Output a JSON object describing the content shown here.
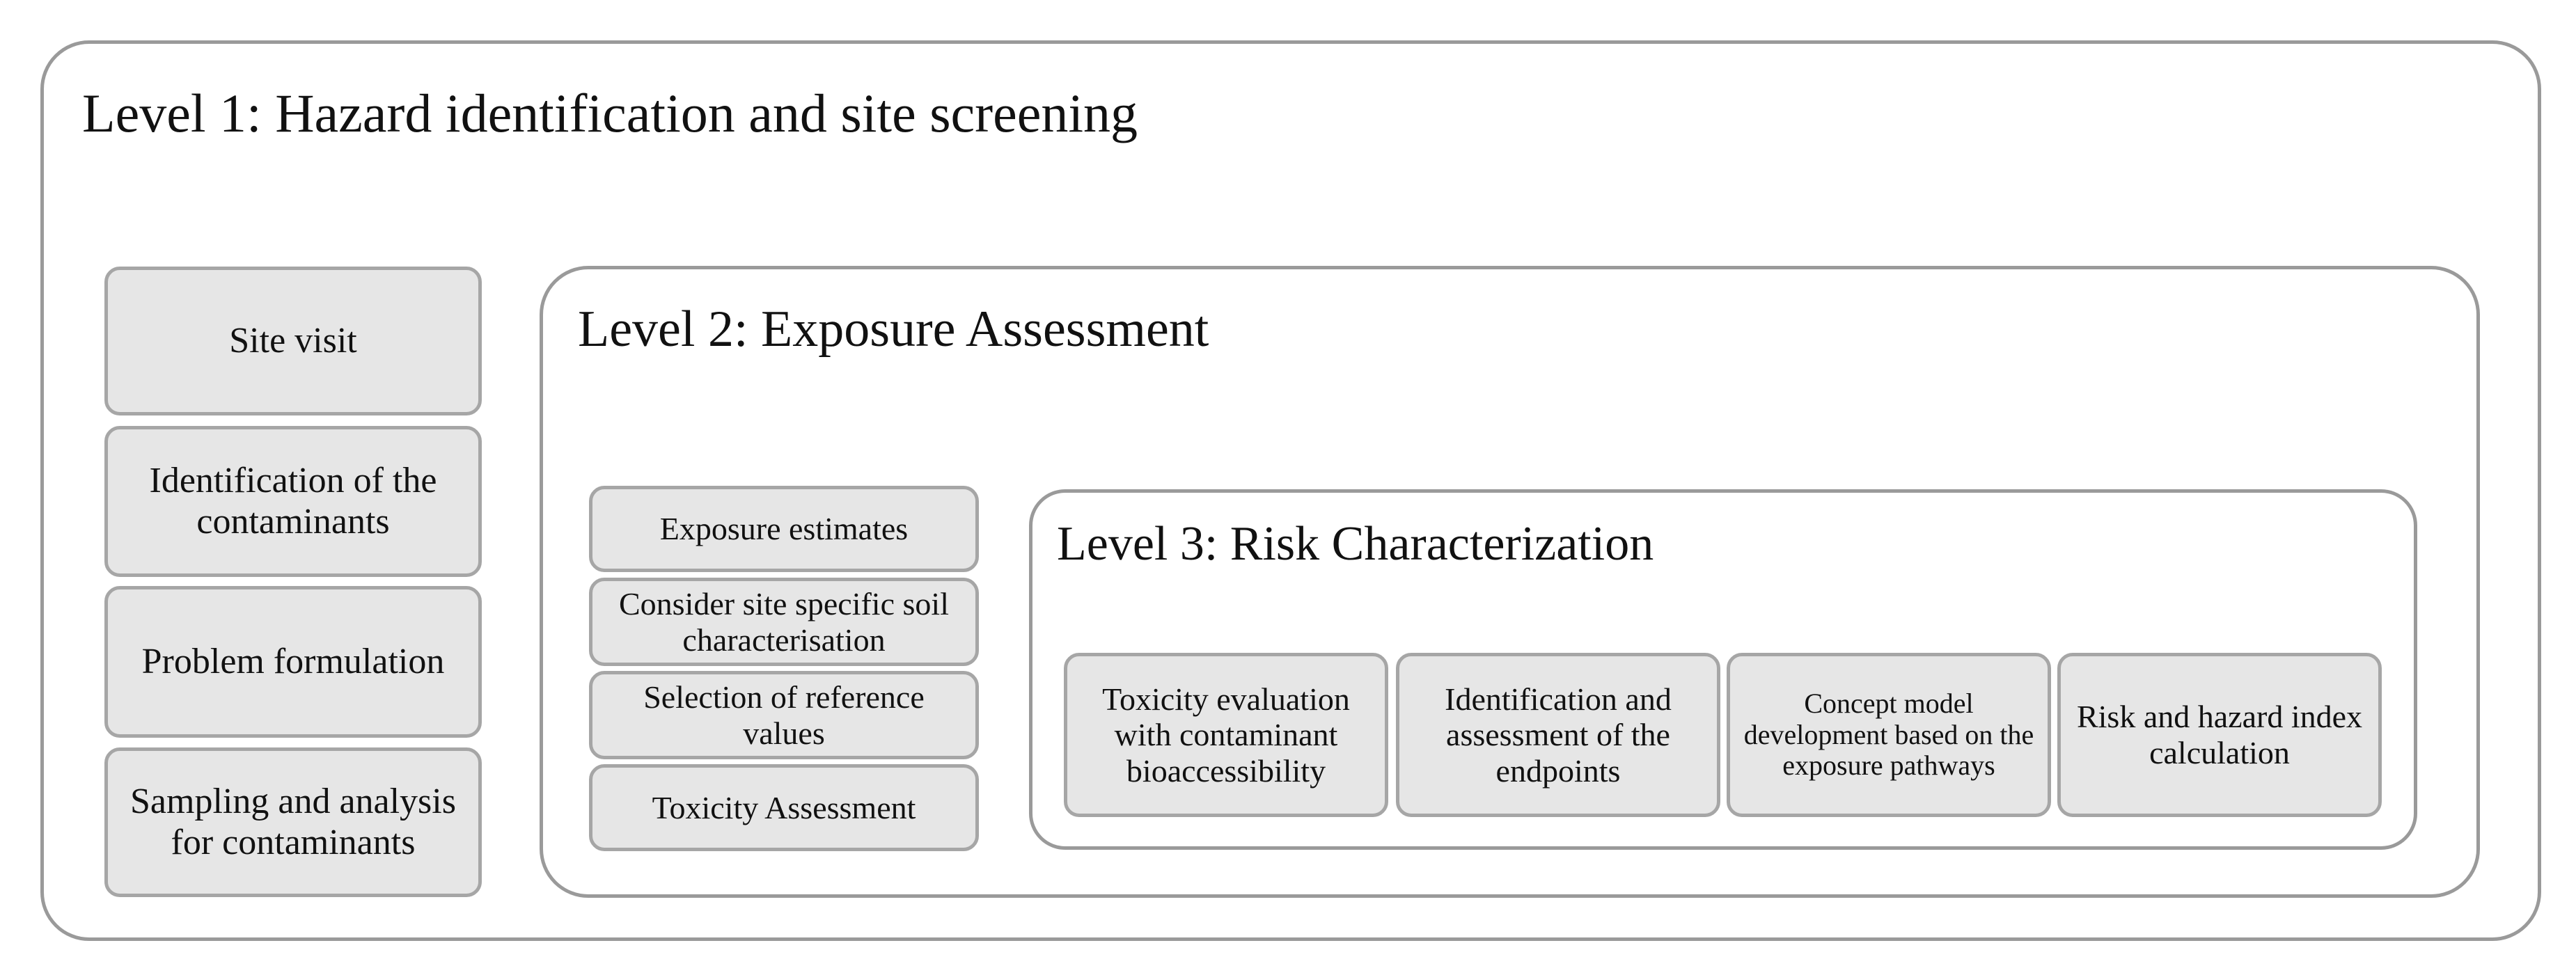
{
  "level1": {
    "title": "Level 1: Hazard identification and site screening",
    "boxes": [
      "Site visit",
      "Identification of the contaminants",
      "Problem formulation",
      "Sampling and analysis for contaminants"
    ]
  },
  "level2": {
    "title": "Level 2: Exposure Assessment",
    "boxes": [
      "Exposure estimates",
      "Consider site specific soil characterisation",
      "Selection of reference values",
      "Toxicity Assessment"
    ]
  },
  "level3": {
    "title": "Level 3: Risk Characterization",
    "boxes": [
      "Toxicity evaluation with contaminant bioaccessibility",
      "Identification and assessment of the endpoints",
      "Concept model development based on the exposure pathways",
      "Risk and hazard index calculation"
    ]
  },
  "colors": {
    "frame_border": "#9a9a9a",
    "box_fill": "#e6e6e6",
    "box_border": "#a6a6a6",
    "text": "#111111"
  }
}
